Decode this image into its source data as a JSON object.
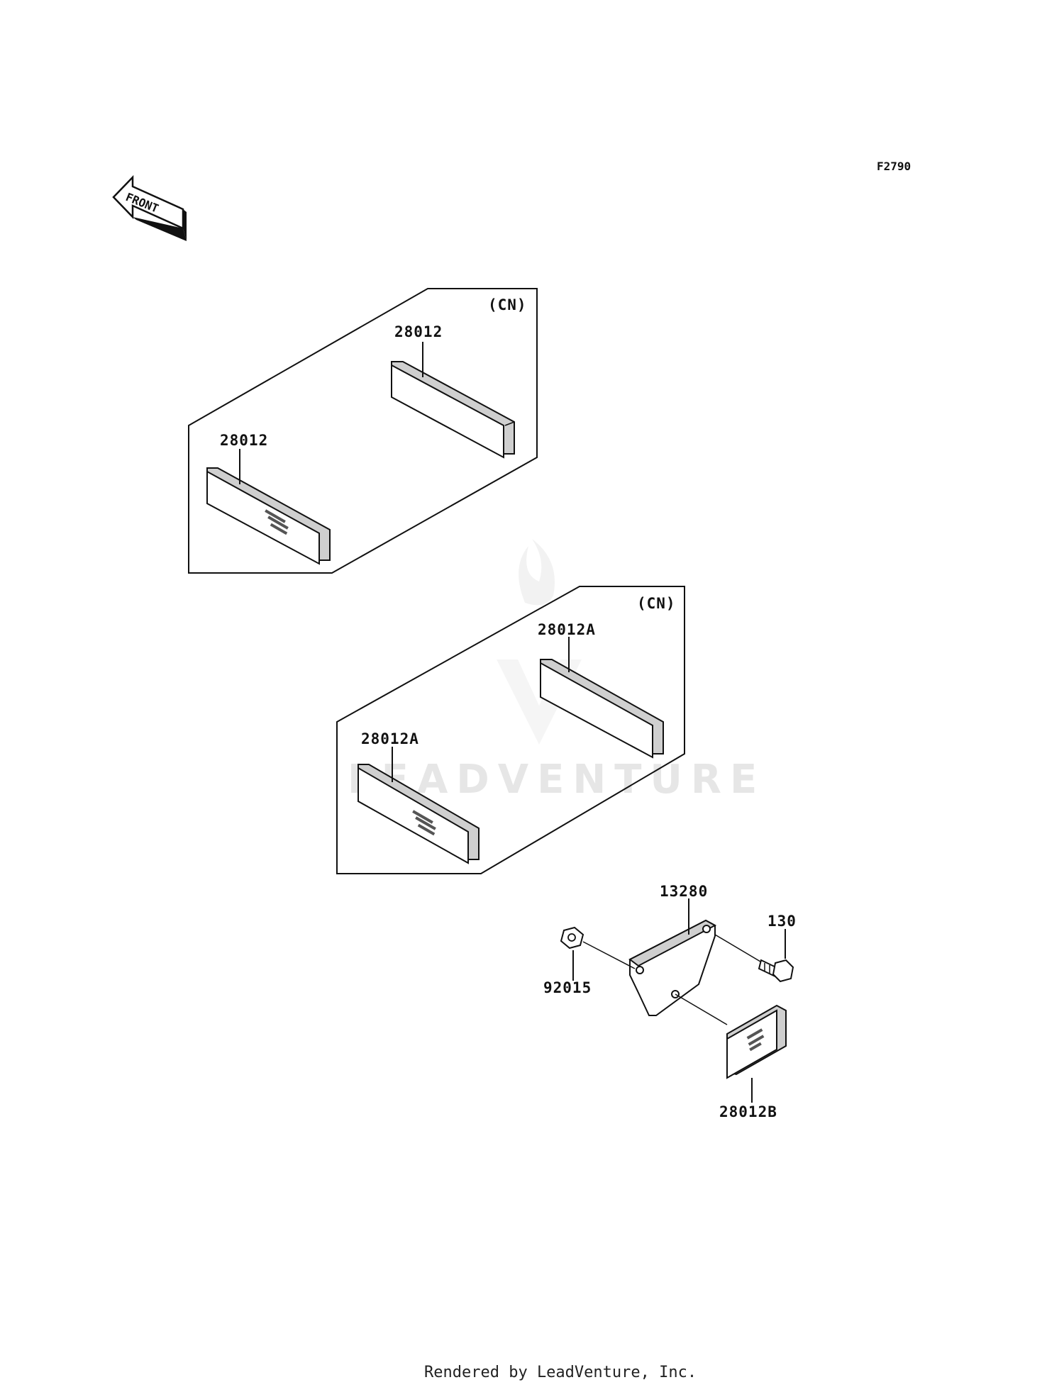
{
  "diagram_id": "F2790",
  "front_arrow_text": "FRONT",
  "group_top": {
    "variant": "(CN)",
    "upper_part": "28012",
    "lower_part": "28012"
  },
  "group_middle": {
    "variant": "(CN)",
    "upper_part": "28012A",
    "lower_part": "28012A"
  },
  "bracket_assembly": {
    "bracket": "13280",
    "bolt": "130",
    "nut": "92015",
    "reflector": "28012B"
  },
  "watermark": "LEADVENTURE",
  "footer": "Rendered by LeadVenture, Inc."
}
